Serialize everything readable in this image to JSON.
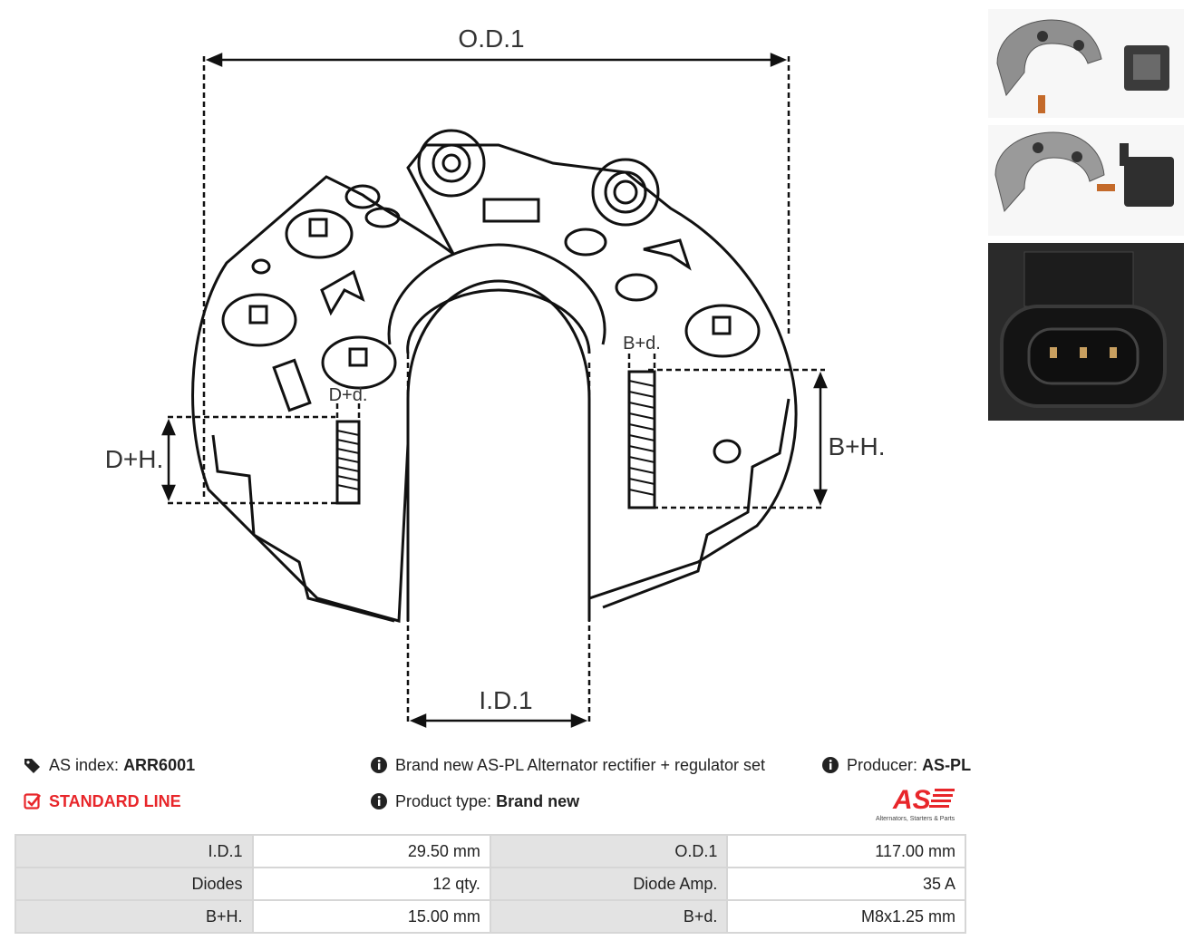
{
  "drawing": {
    "od_label": "O.D.1",
    "id_label": "I.D.1",
    "dh_label": "D+H.",
    "dd_label": "D+d.",
    "bh_label": "B+H.",
    "bd_label": "B+d."
  },
  "info": {
    "as_index_label": "AS index:",
    "as_index_value": "ARR6001",
    "line_label": "STANDARD LINE",
    "description": "Brand new AS-PL Alternator rectifier + regulator set",
    "product_type_label": "Product type:",
    "product_type_value": "Brand new",
    "producer_label": "Producer:",
    "producer_value": "AS-PL"
  },
  "logo": {
    "mark": "AS",
    "tagline": "Alternators, Starters & Parts",
    "color": "#e8262a"
  },
  "specs": [
    {
      "label1": "I.D.1",
      "value1": "29.50 mm",
      "label2": "O.D.1",
      "value2": "117.00 mm"
    },
    {
      "label1": "Diodes",
      "value1": "12 qty.",
      "label2": "Diode Amp.",
      "value2": "35 A"
    },
    {
      "label1": "B+H.",
      "value1": "15.00 mm",
      "label2": "B+d.",
      "value2": "M8x1.25 mm"
    }
  ]
}
